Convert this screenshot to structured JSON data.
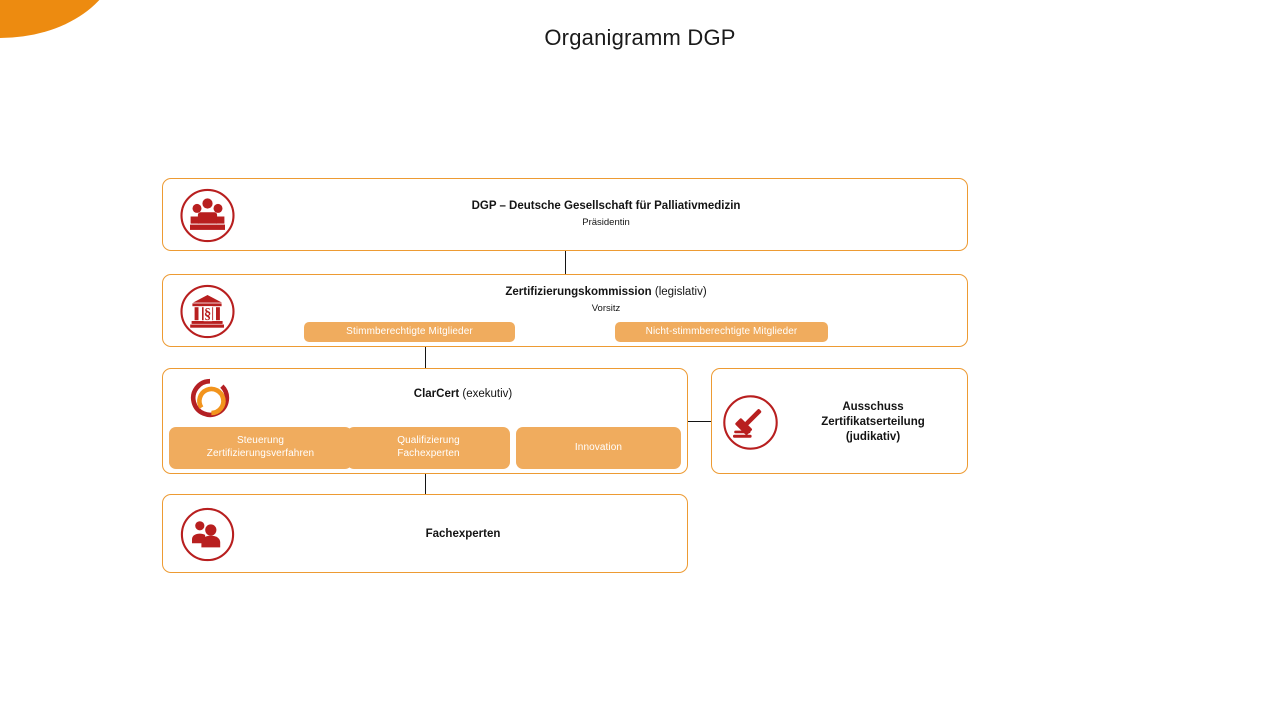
{
  "slide": {
    "title": "Organigramm DGP"
  },
  "theme": {
    "accent_orange": "#ED8B10",
    "box_border_orange": "#ED9B33",
    "pill_orange": "#F0AC5E",
    "icon_red": "#B81F1F",
    "connector_black": "#141414",
    "background": "#FFFFFF"
  },
  "chart_data": {
    "type": "diagram",
    "title": "Organigramm DGP",
    "nodes": [
      {
        "id": "dgp",
        "icon": "people-group-icon",
        "title": "DGP – Deutsche Gesellschaft für Palliativmedizin",
        "title_bold": "DGP – Deutsche Gesellschaft für Palliativmedizin",
        "title_regular": "",
        "subtitle": "Präsidentin",
        "tags": []
      },
      {
        "id": "zertifizierungskommission",
        "icon": "courthouse-paragraph-icon",
        "title_bold": "Zertifizierungskommission",
        "title_regular": " (legislativ)",
        "subtitle": "Vorsitz",
        "tags": [
          "Stimmberechtigte Mitglieder",
          "Nicht-stimmberechtigte Mitglieder"
        ]
      },
      {
        "id": "clarcert",
        "icon": "clarcert-ring-logo",
        "title_bold": "ClarCert",
        "title_regular": " (exekutiv)",
        "subtitle": "",
        "tags": [
          "Steuerung\nZertifizierungsverfahren",
          "Qualifizierung\nFachexperten",
          "Innovation"
        ]
      },
      {
        "id": "ausschuss",
        "icon": "gavel-icon",
        "title_bold": "Ausschuss\nZertifikatserteilung",
        "title_regular": "(judikativ)",
        "subtitle": "",
        "tags": []
      },
      {
        "id": "fachexperten",
        "icon": "two-people-icon",
        "title_bold": "Fachexperten",
        "title_regular": "",
        "subtitle": "",
        "tags": []
      }
    ],
    "edges": [
      {
        "from": "dgp",
        "to": "zertifizierungskommission",
        "style": "vertical"
      },
      {
        "from": "zertifizierungskommission",
        "to": "clarcert",
        "style": "vertical"
      },
      {
        "from": "clarcert",
        "to": "fachexperten",
        "style": "vertical"
      },
      {
        "from": "clarcert",
        "to": "ausschuss",
        "style": "horizontal"
      }
    ]
  },
  "nodes": {
    "dgp": {
      "title_bold": "DGP – Deutsche Gesellschaft für Palliativmedizin",
      "subtitle": "Präsidentin"
    },
    "zk": {
      "title_bold": "Zertifizierungskommission",
      "title_regular": " (legislativ)",
      "subtitle": "Vorsitz",
      "tag_voting": "Stimmberechtigte Mitglieder",
      "tag_nonvoting": "Nicht-stimmberechtigte Mitglieder"
    },
    "clarcert": {
      "title_bold": "ClarCert",
      "title_regular": " (exekutiv)",
      "tag_steuerung_line1": "Steuerung",
      "tag_steuerung_line2": "Zertifizierungsverfahren",
      "tag_qualifizierung_line1": "Qualifizierung",
      "tag_qualifizierung_line2": "Fachexperten",
      "tag_innovation": "Innovation"
    },
    "ausschuss": {
      "title_line1": "Ausschuss",
      "title_line2": "Zertifikatserteilung",
      "title_line3": "(judikativ)"
    },
    "fachexperten": {
      "title_bold": "Fachexperten"
    }
  },
  "icons": {
    "dgp": "people-group-icon",
    "zk": "courthouse-paragraph-icon",
    "clarcert": "clarcert-ring-logo",
    "ausschuss": "gavel-icon",
    "fachexperten": "two-people-icon"
  }
}
